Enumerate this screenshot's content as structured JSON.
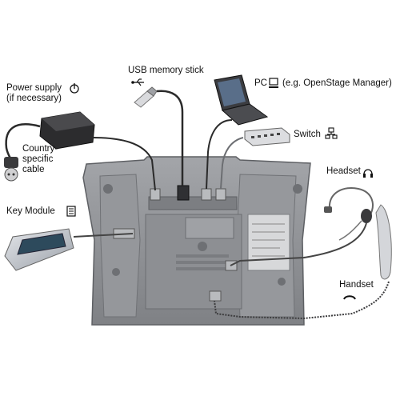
{
  "labels": {
    "usb": "USB memory stick",
    "pc": "PC",
    "pc_note": "(e.g. OpenStage Manager)",
    "power_line1": "Power supply",
    "power_line2": "(if necessary)",
    "country_line1": "Country-",
    "country_line2": "specific",
    "country_line3": "cable",
    "switch": "Switch",
    "headset": "Headset",
    "key_module": "Key Module",
    "handset": "Handset"
  },
  "icons": [
    "usb-icon",
    "pc-icon",
    "power-icon",
    "switch-icon",
    "headset-icon",
    "key-module-icon",
    "handset-icon"
  ],
  "colors": {
    "phone_body": "#8a8c90",
    "phone_panel": "#9c9ea2",
    "cable": "#2a2a2a",
    "label_text": "#111111"
  }
}
